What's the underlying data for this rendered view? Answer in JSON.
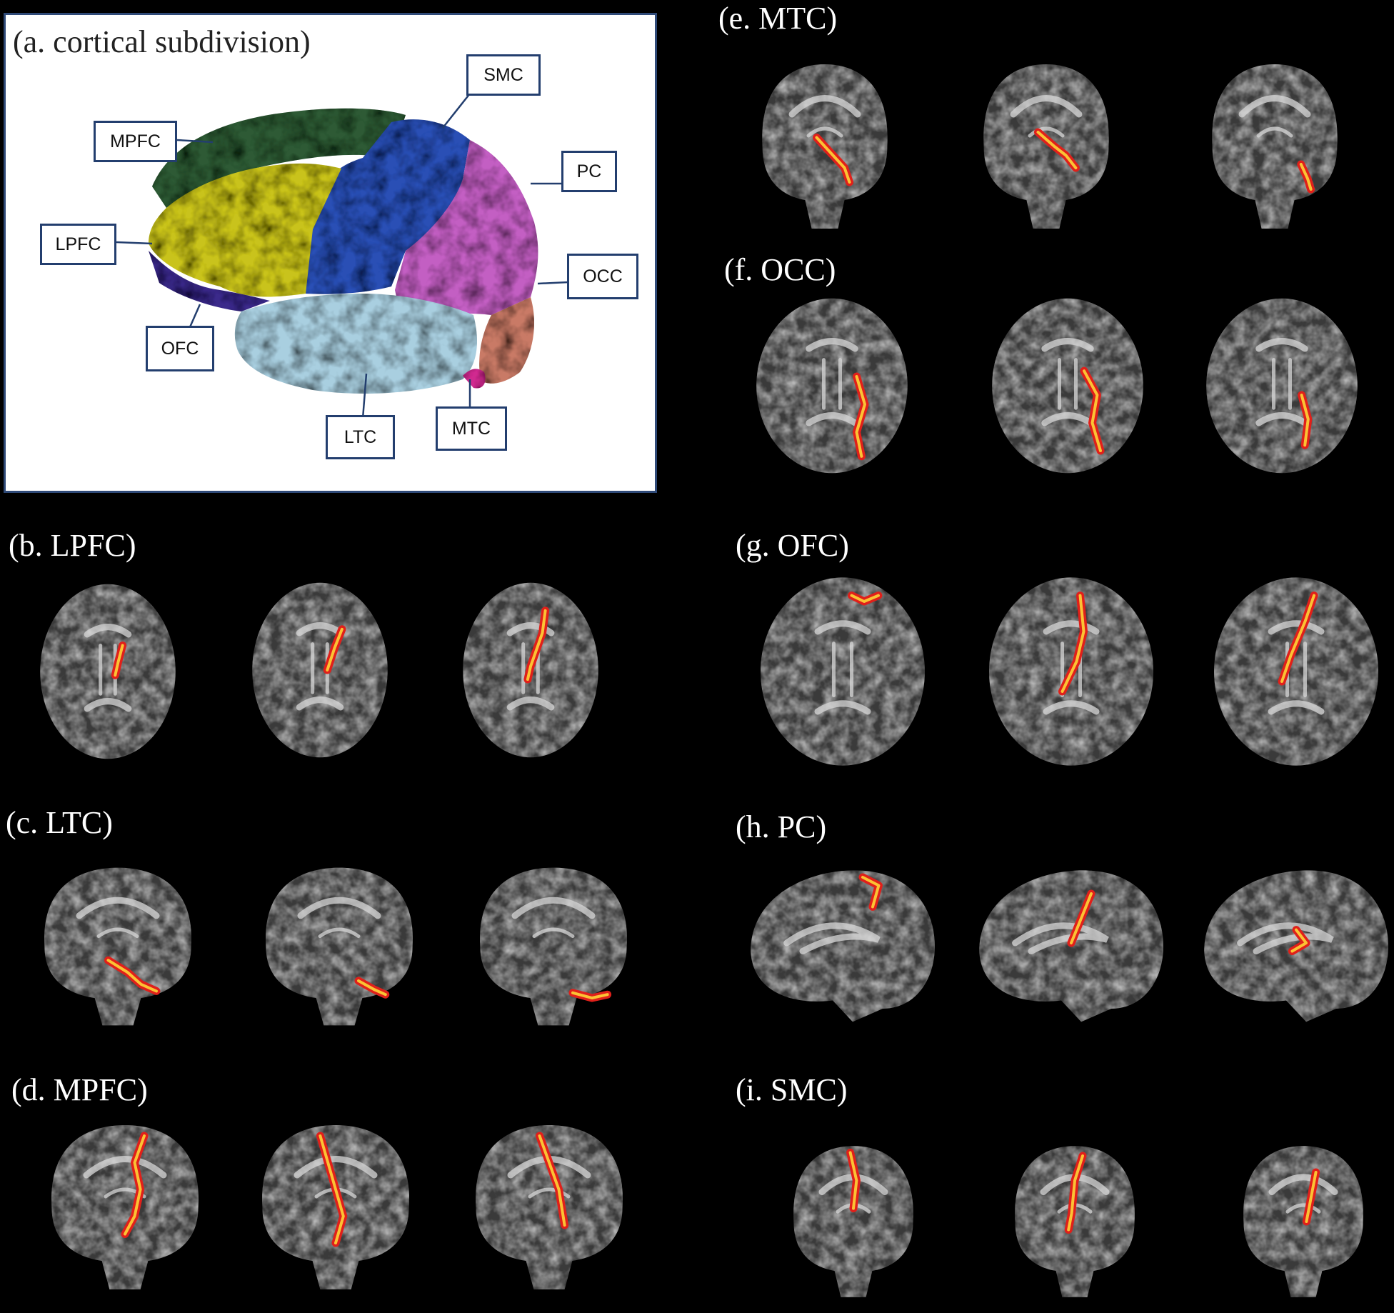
{
  "panel_a": {
    "title": "(a. cortical subdivision)",
    "labels": {
      "smc": "SMC",
      "mpfc": "MPFC",
      "pc": "PC",
      "lpfc": "LPFC",
      "occ": "OCC",
      "ofc": "OFC",
      "ltc": "LTC",
      "mtc": "MTC"
    },
    "region_colors": {
      "MPFC": "#2e5a36",
      "LPFC": "#c9c31a",
      "SMC": "#2b4fb5",
      "PC": "#c35fc3",
      "OCC": "#c97a66",
      "LTC": "#a9cfe0",
      "OFC": "#3a2b8a",
      "MTC": "#d02c8f"
    }
  },
  "panels": {
    "b": "(b. LPFC)",
    "c": "(c. LTC)",
    "d": "(d. MPFC)",
    "e": "(e. MTC)",
    "f": "(f. OCC)",
    "g": "(g. OFC)",
    "h": "(h. PC)",
    "i": "(i. SMC)"
  },
  "colors": {
    "background": "#000000",
    "tract_red": "#e0201a",
    "tract_yellow": "#ffe03a",
    "panel_border": "#2f4a78"
  }
}
